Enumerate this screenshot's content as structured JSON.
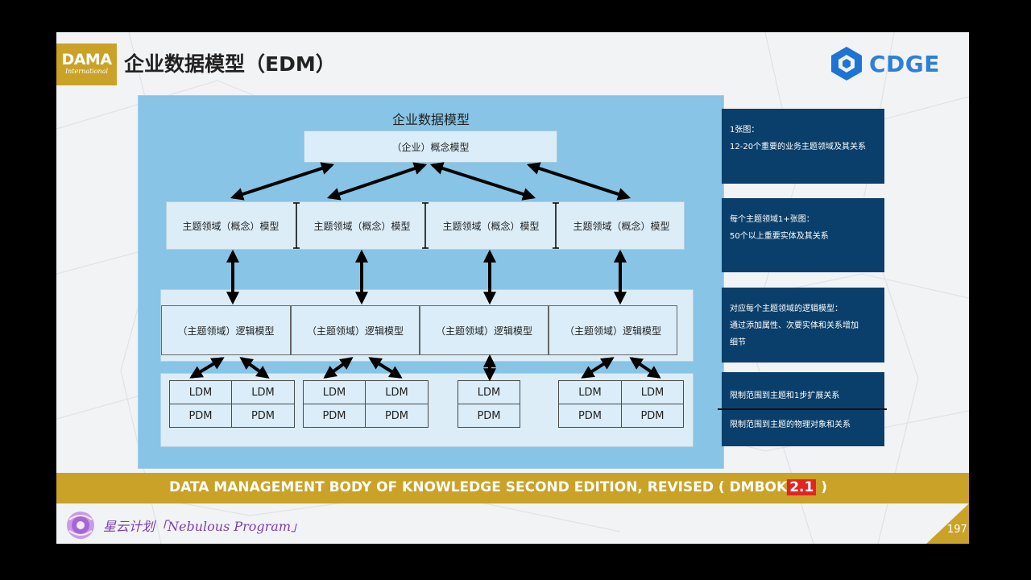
{
  "header": {
    "logo_main": "DAMA",
    "logo_sub": "International",
    "title": "企业数据模型（EDM）",
    "brand": "CDGE"
  },
  "diagram": {
    "title": "企业数据模型",
    "top_model": "（企业）概念模型",
    "subject_models": [
      "主题领域（概念）模型",
      "主题领域（概念）模型",
      "主题领域（概念）模型",
      "主题领域（概念）模型"
    ],
    "logical_models": [
      "（主题领域）逻辑模型",
      "（主题领域）逻辑模型",
      "（主题领域）逻辑模型",
      "（主题领域）逻辑模型"
    ],
    "ldm_label": "LDM",
    "pdm_label": "PDM"
  },
  "notes": [
    {
      "lines": [
        "1张图：",
        "12-20个重要的业务主题领域及其关系"
      ]
    },
    {
      "lines": [
        "每个主题领域1+张图：",
        "50个以上重要实体及其关系"
      ]
    },
    {
      "lines": [
        "对应每个主题领域的逻辑模型：",
        "通过添加属性、次要实体和关系增加",
        "细节"
      ]
    },
    {
      "lines": [
        "限制范围到主题和1步扩展关系",
        "限制范围到主题的物理对象和关系"
      ]
    }
  ],
  "footer": {
    "text": "DATA MANAGEMENT BODY OF KNOWLEDGE SECOND EDITION, REVISED ( DMBOK",
    "version": "2.1",
    "close": " )",
    "program": "星云计划「Nebulous Program」",
    "page_number": "197"
  },
  "colors": {
    "gold": "#c9a227",
    "diagram_bg": "#87c4e5",
    "box_bg": "#daedf8",
    "note_bg": "#0b3f6b",
    "brand_blue": "#2f7fd6",
    "version_red": "#e22424"
  }
}
